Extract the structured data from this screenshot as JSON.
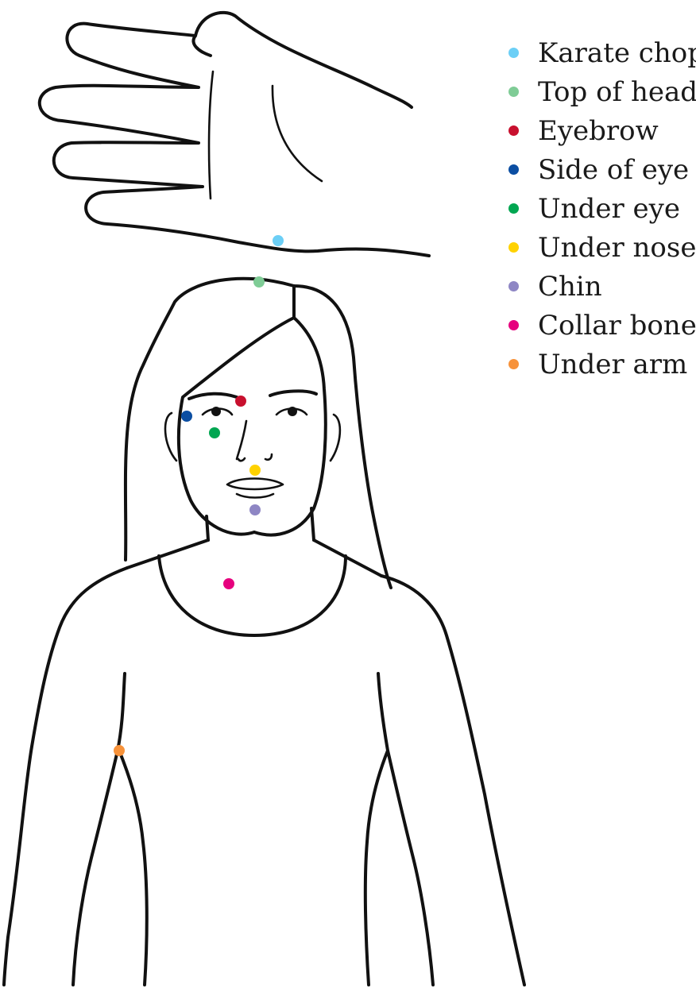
{
  "legend": [
    {
      "id": "karate-chop",
      "label": "Karate chop",
      "color": "#6ccff6"
    },
    {
      "id": "top-of-head",
      "label": "Top of head",
      "color": "#7fcc96"
    },
    {
      "id": "eyebrow",
      "label": "Eyebrow",
      "color": "#c8102e"
    },
    {
      "id": "side-of-eye",
      "label": "Side of eye",
      "color": "#0b4ea2"
    },
    {
      "id": "under-eye",
      "label": "Under eye",
      "color": "#00a651"
    },
    {
      "id": "under-nose",
      "label": "Under nose",
      "color": "#ffd200"
    },
    {
      "id": "chin",
      "label": "Chin",
      "color": "#8e86c4"
    },
    {
      "id": "collar-bone",
      "label": "Collar bone",
      "color": "#e6007e"
    },
    {
      "id": "under-arm",
      "label": "Under arm",
      "color": "#f7923a"
    }
  ]
}
